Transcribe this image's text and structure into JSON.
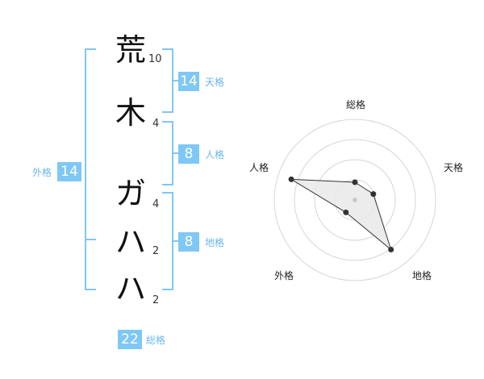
{
  "name_panel": {
    "characters": [
      {
        "char": "荒",
        "strokes": "10"
      },
      {
        "char": "木",
        "strokes": "4"
      },
      {
        "char": "ガ",
        "strokes": "4"
      },
      {
        "char": "ハ",
        "strokes": "2"
      },
      {
        "char": "ハ",
        "strokes": "2"
      }
    ],
    "tenkaku": {
      "value": "14",
      "label": "天格"
    },
    "jinkaku": {
      "value": "8",
      "label": "人格"
    },
    "chikaku": {
      "value": "8",
      "label": "地格"
    },
    "gaikaku": {
      "value": "14",
      "label": "外格"
    },
    "soukaku": {
      "value": "22",
      "label": "総格"
    }
  },
  "radar": {
    "labels": {
      "top": "総格",
      "right": "天格",
      "bottom_right": "地格",
      "bottom_left": "外格",
      "left": "人格"
    },
    "rings": 4,
    "values": {
      "soukaku": 0.22,
      "tenkaku": 0.24,
      "chikaku": 0.76,
      "gaikaku": 0.19,
      "jinkaku": 0.83
    },
    "colors": {
      "grid": "#d6d6d6",
      "fill": "#e9e9e9",
      "stroke": "#333333",
      "dot": "#333333"
    }
  }
}
